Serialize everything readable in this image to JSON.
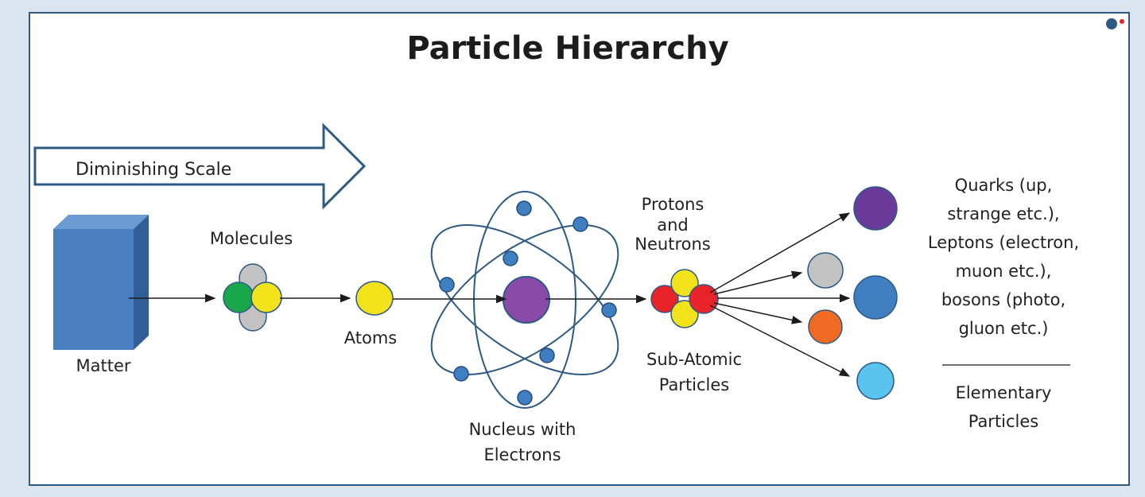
{
  "title": "Particle Hierarchy",
  "scale_arrow_label": "Diminishing Scale",
  "labels": {
    "matter": "Matter",
    "molecules": "Molecules",
    "atoms": "Atoms",
    "nucleus_line1": "Nucleus with",
    "nucleus_line2": "Electrons",
    "protons_line1": "Protons",
    "protons_line2": "and",
    "protons_line3": "Neutrons",
    "subatomic_line1": "Sub-Atomic",
    "subatomic_line2": "Particles",
    "elem_line1": "Quarks (up,",
    "elem_line2": "strange etc.),",
    "elem_line3": "Leptons (electron,",
    "elem_line4": "muon etc.),",
    "elem_line5": "bosons (photo,",
    "elem_line6": "gluon etc.)",
    "elementary_line1": "Elementary",
    "elementary_line2": "Particles"
  },
  "colors": {
    "background": "#dce4ef",
    "panel": "#ffffff",
    "frame": "#2c5a85",
    "cube_front": "#4a7fc0",
    "cube_top": "#6c9bd3",
    "cube_side": "#2f5f96",
    "green": "#1aa64a",
    "yellow": "#f2e21a",
    "gray": "#c2c2c2",
    "purple": "#8a4aa8",
    "electron": "#3f7fc1",
    "red": "#e8232a",
    "dark_purple": "#6a3a9a",
    "blue": "#3f7fc1",
    "orange": "#f06a22",
    "light_blue": "#5bc3ef"
  },
  "icons": [
    "logo-icon",
    "cube-icon",
    "molecule-icon",
    "atom-icon",
    "nucleus-icon"
  ]
}
